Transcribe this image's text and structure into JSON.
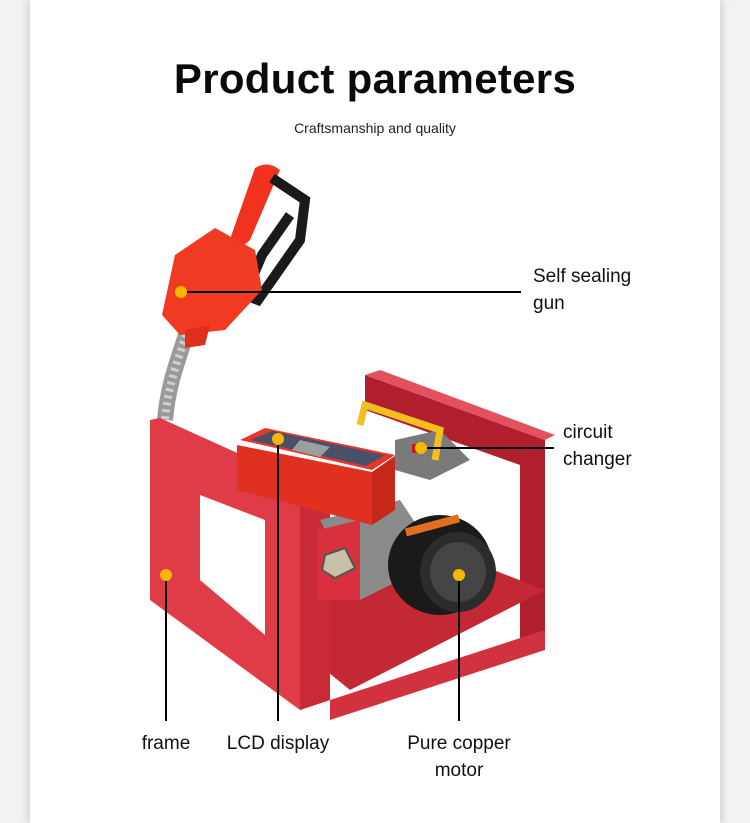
{
  "header": {
    "title": "Product parameters",
    "subtitle": "Craftsmanship and quality"
  },
  "colors": {
    "callout_dot": "#f5b800",
    "callout_line": "#000000",
    "frame_red": "#d8303c",
    "nozzle_red": "#f0321e",
    "motor_black": "#1a1a1a",
    "handle_yellow": "#f0c020",
    "background_side": "#f2f2f2"
  },
  "product": {
    "image_alt": "Electric fuel transfer pump with LCD meter and nozzle",
    "callouts": [
      {
        "id": "gun",
        "label_lines": [
          "Self sealing",
          "gun"
        ]
      },
      {
        "id": "circuit",
        "label_lines": [
          "circuit",
          "changer"
        ]
      },
      {
        "id": "frame",
        "label_lines": [
          "frame"
        ]
      },
      {
        "id": "lcd",
        "label_lines": [
          "LCD display"
        ]
      },
      {
        "id": "motor",
        "label_lines": [
          "Pure copper",
          "motor"
        ]
      }
    ]
  }
}
